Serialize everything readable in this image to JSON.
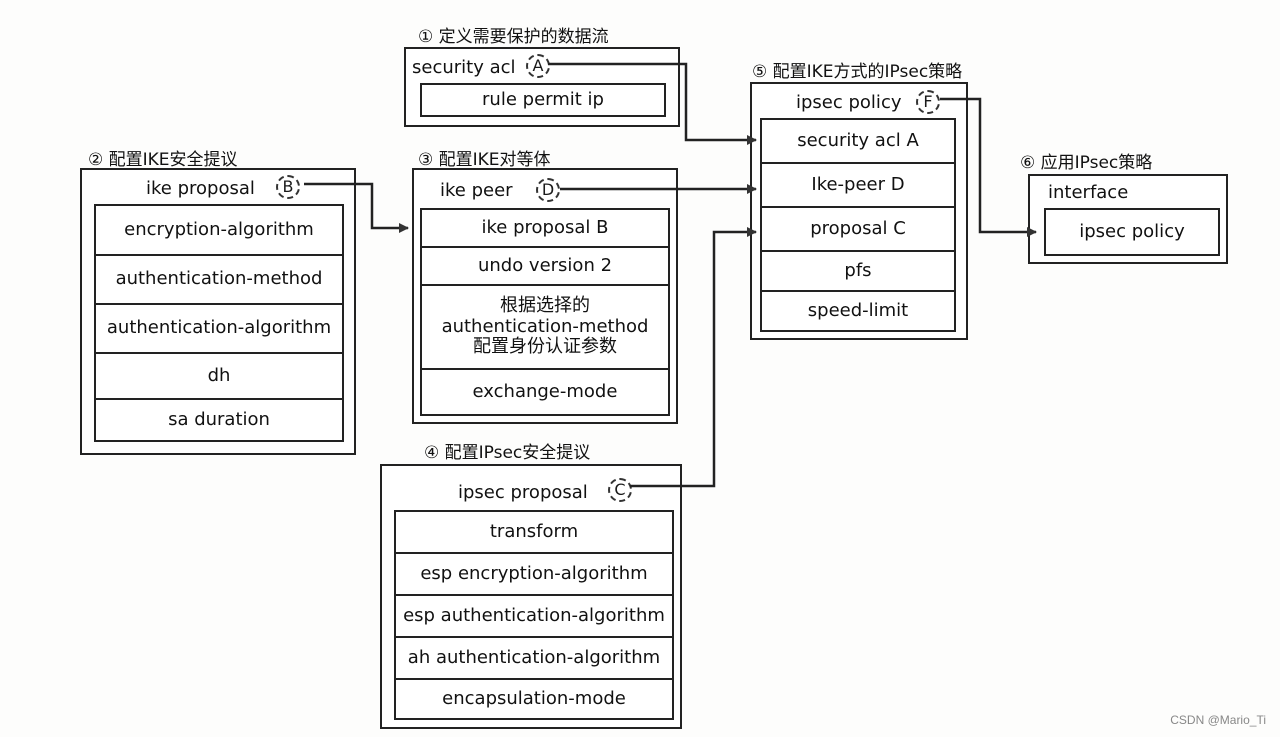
{
  "sections": {
    "s1": "① 定义需要保护的数据流",
    "s2": "② 配置IKE安全提议",
    "s3": "③ 配置IKE对等体",
    "s4": "④ 配置IPsec安全提议",
    "s5": "⑤ 配置IKE方式的IPsec策略",
    "s6": "⑥ 应用IPsec策略"
  },
  "acl": {
    "head": "security acl",
    "marker": "A",
    "rows": [
      "rule permit ip"
    ]
  },
  "ike_proposal": {
    "head": "ike proposal",
    "marker": "B",
    "rows": [
      "encryption-algorithm",
      "authentication-method",
      "authentication-algorithm",
      "dh",
      "sa duration"
    ]
  },
  "ike_peer": {
    "head": "ike peer",
    "marker": "D",
    "rows": [
      "ike proposal B",
      "undo version 2",
      "根据选择的",
      "authentication-method",
      "配置身份认证参数",
      "exchange-mode"
    ]
  },
  "ipsec_proposal": {
    "head": "ipsec proposal",
    "marker": "C",
    "rows": [
      "transform",
      "esp encryption-algorithm",
      "esp authentication-algorithm",
      "ah authentication-algorithm",
      "encapsulation-mode"
    ]
  },
  "ipsec_policy": {
    "head": "ipsec policy",
    "marker": "F",
    "rows": [
      "security acl A",
      "Ike-peer D",
      "proposal C",
      "pfs",
      "speed-limit"
    ]
  },
  "interface": {
    "head": "interface",
    "rows": [
      "ipsec policy"
    ]
  },
  "watermark": "CSDN @Mario_Ti",
  "colors": {
    "line": "#222222",
    "arrow_fill": "#333333"
  }
}
